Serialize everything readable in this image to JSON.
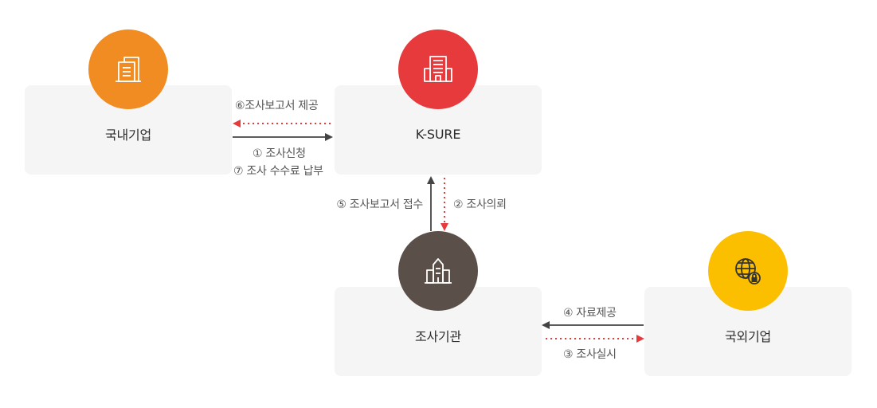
{
  "nodes": {
    "domestic": {
      "label": "국내기업",
      "icon": "buildings-icon",
      "color": "#f08c22"
    },
    "ksure": {
      "label": "K-SURE",
      "icon": "office-building-icon",
      "color": "#e63a3d"
    },
    "agency": {
      "label": "조사기관",
      "icon": "agency-building-icon",
      "color": "#5a5049"
    },
    "foreign": {
      "label": "국외기업",
      "icon": "globe-lock-icon",
      "color": "#fbbf00"
    }
  },
  "edges": {
    "step6": "⑥조사보고서 제공",
    "step1": "① 조사신청",
    "step7": "⑦ 조사 수수료 납부",
    "step5": "⑤ 조사보고서 접수",
    "step2": "② 조사의뢰",
    "step4": "④ 자료제공",
    "step3": "③ 조사실시"
  },
  "colors": {
    "solid_arrow": "#444444",
    "dotted_arrow": "#e63a3d",
    "box_bg": "#f5f5f5"
  }
}
